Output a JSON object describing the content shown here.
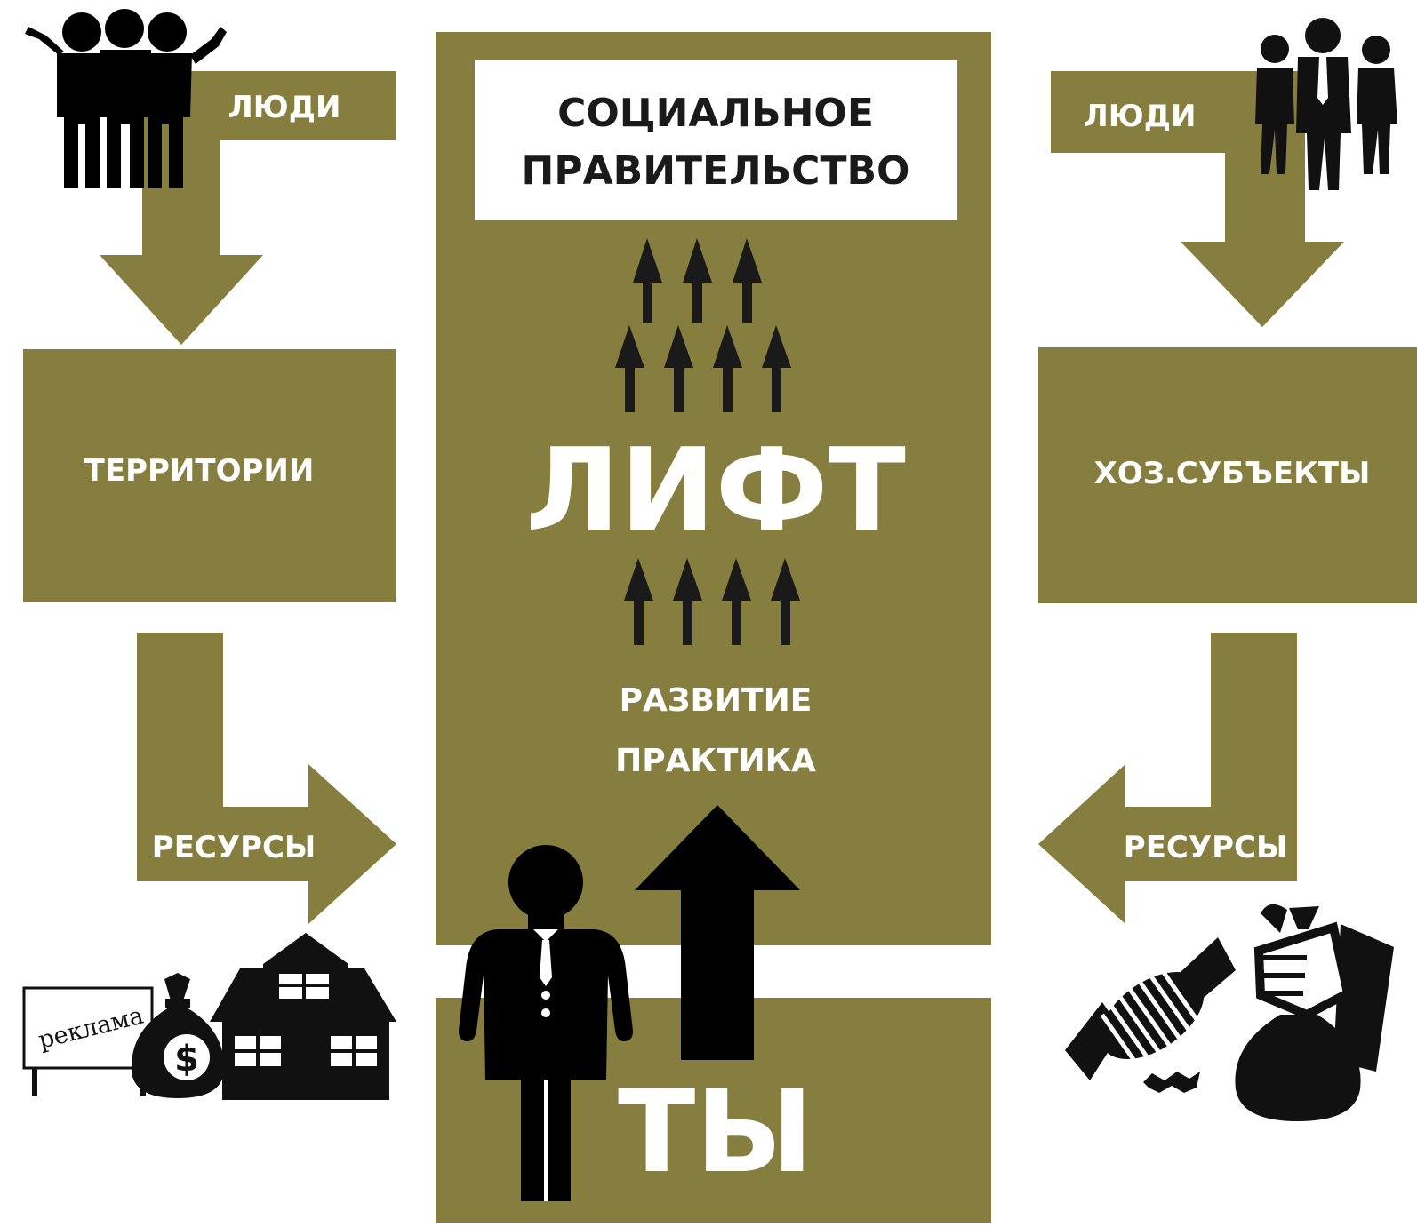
{
  "colors": {
    "olive": "#857e3f",
    "black": "#1a1a1a",
    "white": "#ffffff"
  },
  "left": {
    "people_label": "ЛЮДИ",
    "territories_label": "ТЕРРИТОРИИ",
    "resources_label": "РЕСУРСЫ",
    "billboard_text": "реклама",
    "dollar_sign": "$"
  },
  "center": {
    "top_box_line1": "СОЦИАЛЬНОЕ",
    "top_box_line2": "ПРАВИТЕЛЬСТВО",
    "lift_label": "ЛИФТ",
    "development_label": "РАЗВИТИЕ",
    "practice_label": "ПРАКТИКА",
    "you_label": "ТЫ"
  },
  "right": {
    "people_label": "ЛЮДИ",
    "entities_label": "ХОЗ.СУБЪЕКТЫ",
    "resources_label": "РЕСУРСЫ"
  },
  "icons": [
    "people-group-cheering-icon",
    "businessmen-group-icon",
    "billboard-icon",
    "money-bag-icon",
    "house-icon",
    "businessman-icon",
    "candy-icon",
    "hand-money-bag-icon"
  ]
}
